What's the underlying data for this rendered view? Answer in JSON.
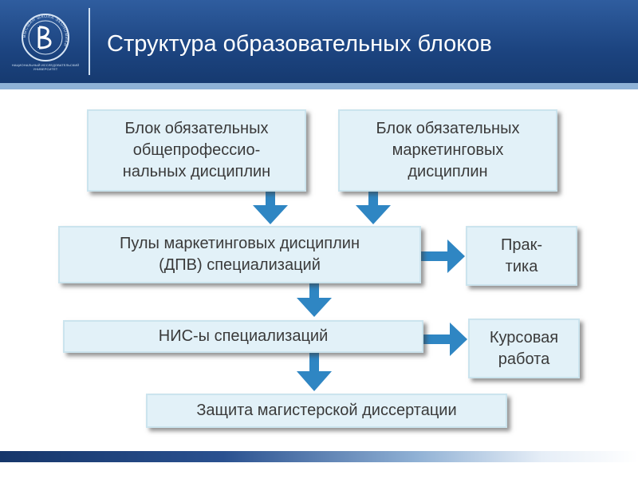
{
  "header": {
    "title": "Структура образовательных блоков",
    "logo_caption": "НАЦИОНАЛЬНЫЙ ИССЛЕДОВАТЕЛЬСКИЙ УНИВЕРСИТЕТ",
    "logo_ring_text": "ВЫСШАЯ ШКОЛА ЭКОНОМИКИ"
  },
  "diagram": {
    "box_required_general": "Блок обязательных\nобщепрофессио-\nнальных дисциплин",
    "box_required_marketing": "Блок обязательных\nмаркетинговых\nдисциплин",
    "box_pools": "Пулы маркетинговых дисциплин\n(ДПВ) специализаций",
    "box_practice": "Прак-\nтика",
    "box_nis": "НИС-ы специализаций",
    "box_coursework": "Курсовая\nработа",
    "box_defense": "Защита магистерской диссертации"
  },
  "colors": {
    "header_bg": "#1c4480",
    "box_fill": "#e2f1f8",
    "arrow": "#2f86c3"
  }
}
